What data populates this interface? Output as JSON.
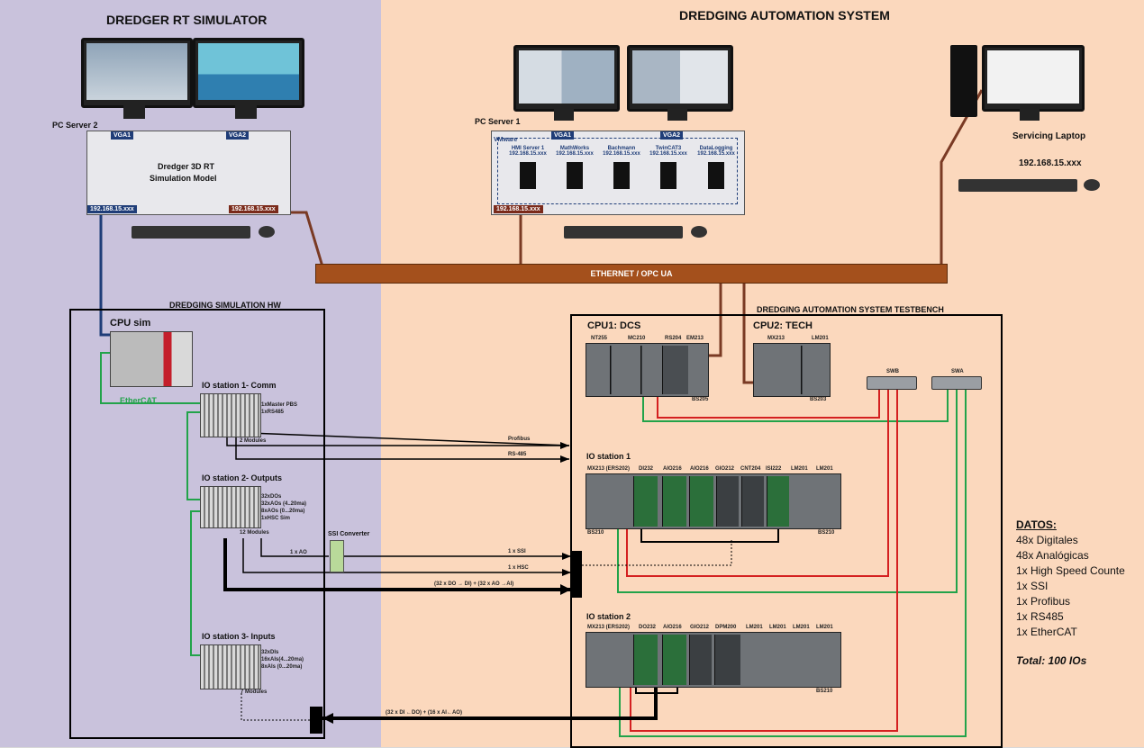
{
  "sections": {
    "simulator_title": "DREDGER RT SIMULATOR",
    "automation_title": "DREDGING AUTOMATION SYSTEM",
    "sim_hw_title": "DREDGING SIMULATION HW",
    "testbench_title": "DREDGING AUTOMATION SYSTEM TESTBENCH"
  },
  "pc_server_2": {
    "label": "PC Server 2",
    "vga1": "VGA1",
    "vga2": "VGA2",
    "model_line1": "Dredger 3D RT",
    "model_line2": "Simulation Model",
    "ip_left": "192.168.15.xxx",
    "ip_right": "192.168.15.xxx"
  },
  "pc_server_1": {
    "label": "PC Server 1",
    "vga1": "VGA1",
    "vga2": "VGA2",
    "vmware": "VMware",
    "vms": [
      {
        "name": "HMI Server 1",
        "ip": "192.168.15.xxx"
      },
      {
        "name": "MathWorks",
        "ip": "192.168.15.xxx"
      },
      {
        "name": "Bachmann",
        "ip": "192.168.15.xxx"
      },
      {
        "name": "TwinCAT3",
        "ip": "192.168.15.xxx"
      },
      {
        "name": "DataLogging",
        "ip": "192.168.15.xxx"
      }
    ],
    "ip": "192.168.15.xxx"
  },
  "laptop": {
    "label": "Servicing Laptop",
    "ip": "192.168.15.xxx"
  },
  "bus": {
    "label": "ETHERNET / OPC UA"
  },
  "sim_hw": {
    "cpu": "CPU sim",
    "ethercat": "EtherCAT",
    "io1": {
      "title": "IO station 1- Comm",
      "desc1": "1xMaster PBS",
      "desc2": "1xRS485",
      "modules": "2 Modules"
    },
    "io2": {
      "title": "IO station 2- Outputs",
      "desc1": "32xDOs",
      "desc2": "32xAOs (4..20ma)",
      "desc3": "8xAOs (0...20ma)",
      "desc4": "1xHSC Sim",
      "modules": "12 Modules"
    },
    "io3": {
      "title": "IO station 3- Inputs",
      "desc1": "32xDIs",
      "desc2": "16xAIs(4...20ma)",
      "desc3": "8xAIs (0...20ma)",
      "modules": "7 Modules"
    },
    "ssi_converter": "SSI Converter"
  },
  "links": {
    "profibus": "Profibus",
    "rs485": "RS-485",
    "ao": "1 x AO",
    "ssi": "1 x SSI",
    "hsc": "1 x HSC",
    "outputs": "(32 x DO → DI) + (32 x AO →AI)",
    "inputs": "(32 x DI ←DO) + (16 x AI←AO)"
  },
  "testbench": {
    "cpu1": {
      "title": "CPU1: DCS",
      "mods": [
        "NT255",
        "MC210",
        "RS204",
        "EM213"
      ],
      "base": "BS205"
    },
    "cpu2": {
      "title": "CPU2: TECH",
      "mods": [
        "MX213",
        "LM201"
      ],
      "base": "BS203"
    },
    "swb": "SWB",
    "swa": "SWA",
    "io1": {
      "title": "IO station 1",
      "mods": [
        "MX213 (ERS202)",
        "DI232",
        "AIO216",
        "AIO216",
        "GIO212",
        "CNT204",
        "ISI222",
        "LM201",
        "LM201"
      ],
      "base_left": "BS210",
      "base_right": "BS210"
    },
    "io2": {
      "title": "IO station 2",
      "mods": [
        "MX213 (ERS202)",
        "DO232",
        "AIO216",
        "GIO212",
        "DPM200",
        "LM201",
        "LM201",
        "LM201",
        "LM201"
      ],
      "base": "BS210"
    }
  },
  "datos": {
    "heading": "DATOS:",
    "lines": [
      "48x Digitales",
      "48x Analógicas",
      "1x High Speed Counte",
      "1x SSI",
      "1x Profibus",
      "1x RS485",
      "1x EtherCAT"
    ],
    "total": "Total: 100 IOs"
  }
}
